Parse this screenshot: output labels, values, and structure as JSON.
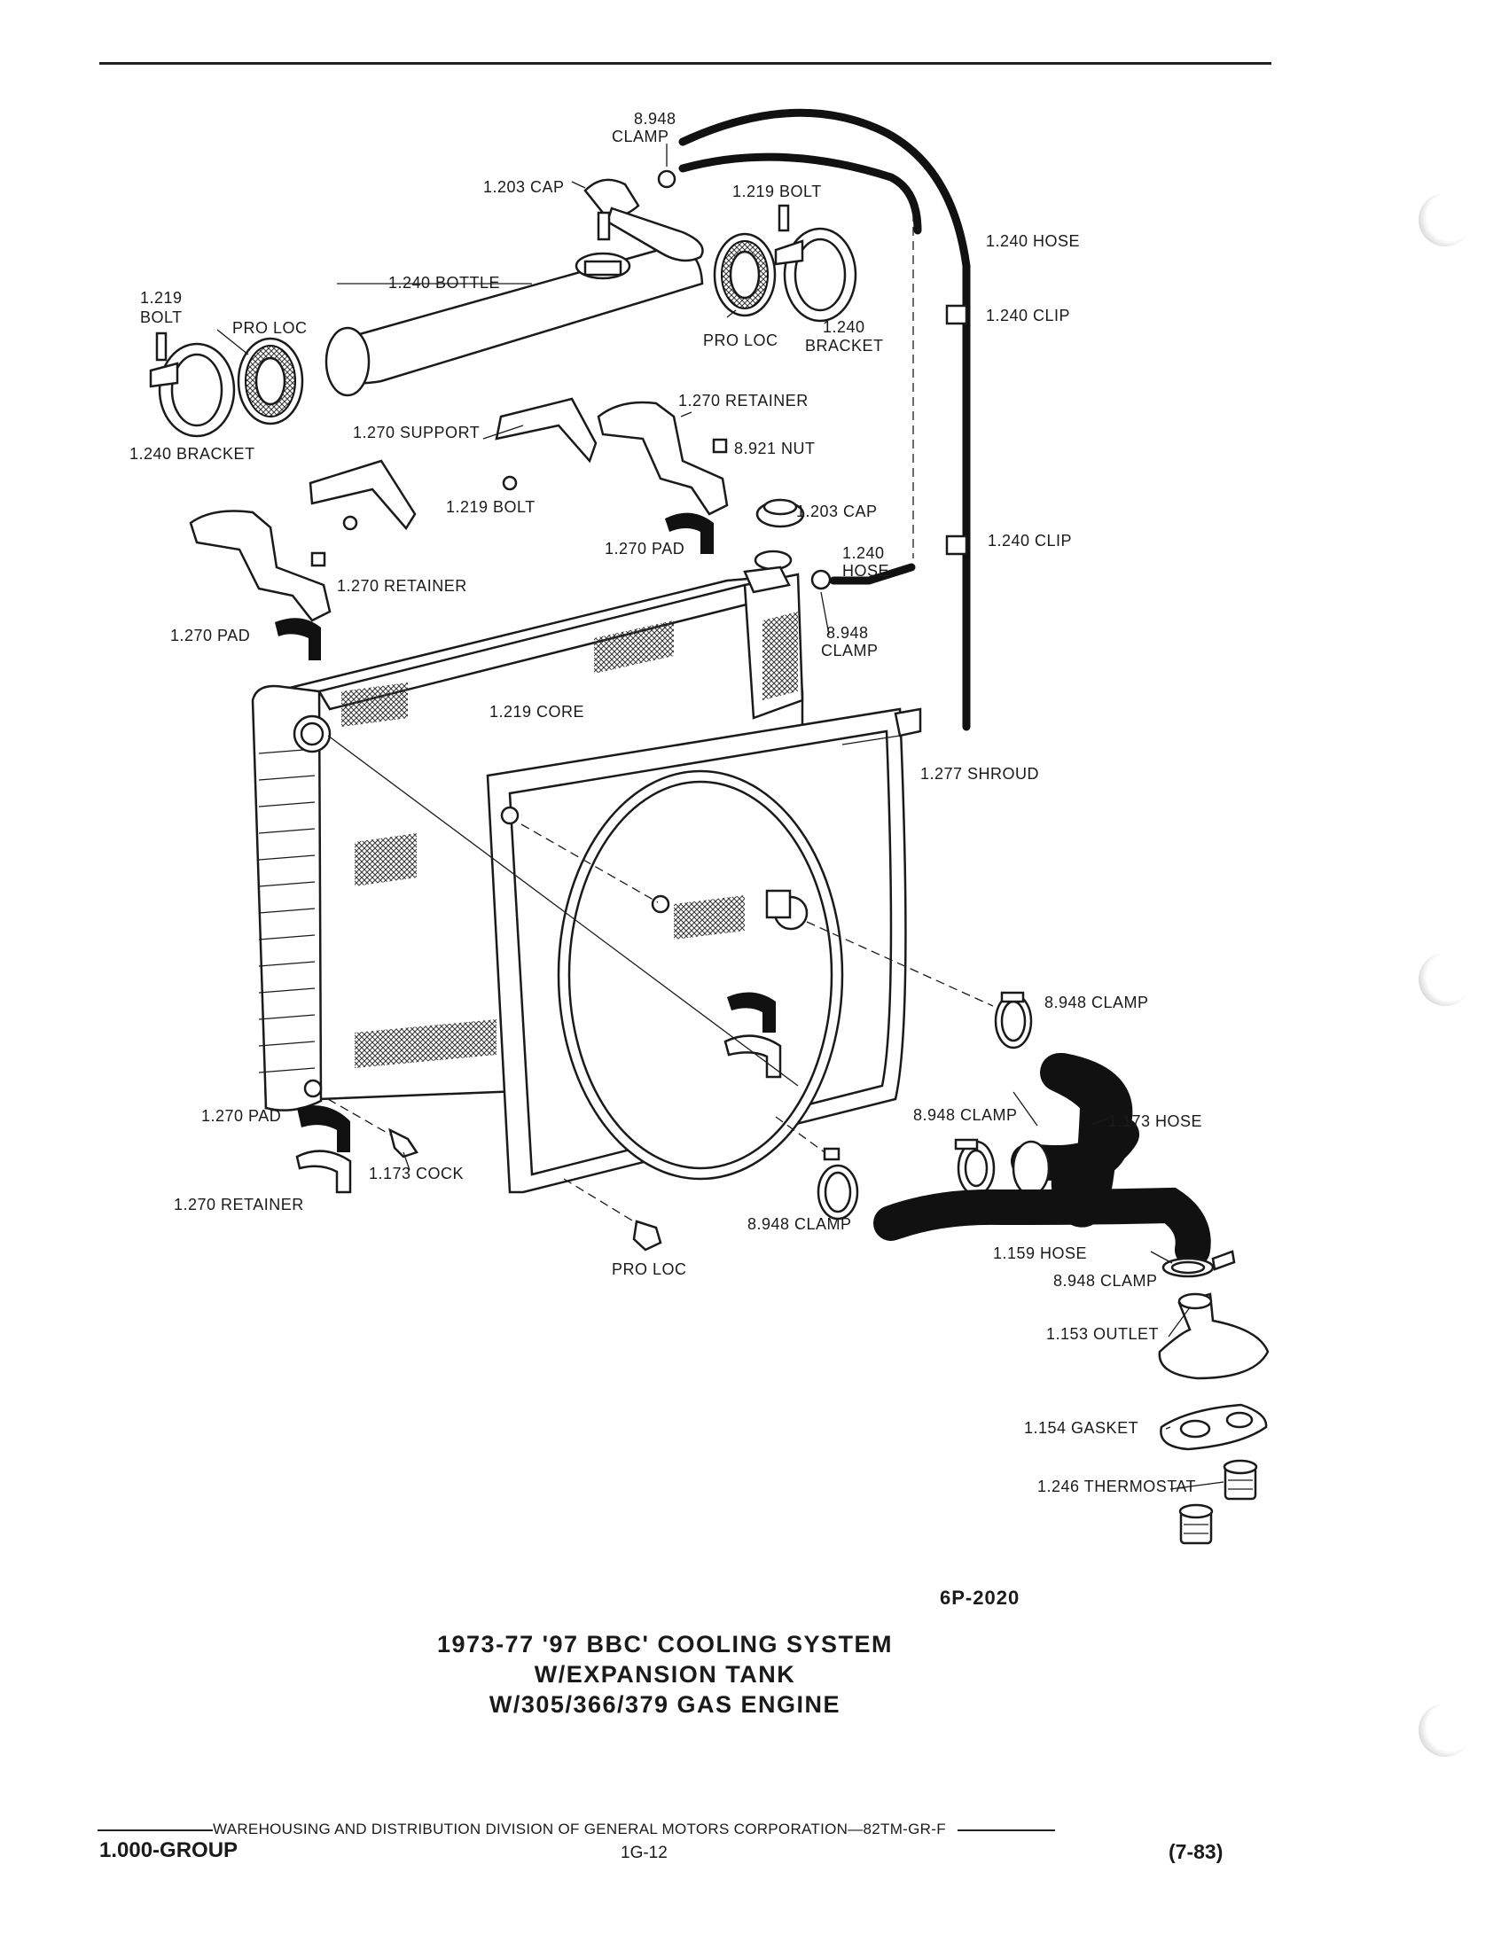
{
  "labels": {
    "clamp_top": [
      "8.948",
      "CLAMP"
    ],
    "cap_top": "1.203 CAP",
    "bolt_top": "1.219 BOLT",
    "hose_right": "1.240 HOSE",
    "bottle": "1.240 BOTTLE",
    "bolt_left": [
      "1.219",
      "BOLT"
    ],
    "pro_loc_left": "PRO LOC",
    "pro_loc_mid": "PRO LOC",
    "bracket_right": [
      "1.240",
      "BRACKET"
    ],
    "clip_upper": "1.240 CLIP",
    "bracket_left": "1.240 BRACKET",
    "support": "1.270 SUPPORT",
    "retainer_upper": "1.270 RETAINER",
    "nut": "8.921 NUT",
    "bolt_support": "1.219 BOLT",
    "cap_radiator": "1.203 CAP",
    "pad_upper": "1.270 PAD",
    "hose_small": [
      "1.240",
      "HOSE"
    ],
    "clip_lower": "1.240 CLIP",
    "retainer_left": "1.270 RETAINER",
    "pad_left": "1.270 PAD",
    "clamp_radiator": [
      "8.948",
      "CLAMP"
    ],
    "core": "1.219 CORE",
    "shroud": "1.277 SHROUD",
    "clamp_upper_hose": "8.948 CLAMP",
    "pad_lower": "1.270 PAD",
    "clamp_lower_left": "8.948 CLAMP",
    "hose_upper": "1.173 HOSE",
    "cock": "1.173 COCK",
    "retainer_lower": "1.270 RETAINER",
    "clamp_fan": "8.948 CLAMP",
    "pro_loc_bottom": "PRO LOC",
    "hose_lower": "1.159 HOSE",
    "clamp_outlet": "8.948 CLAMP",
    "outlet": "1.153 OUTLET",
    "gasket": "1.154 GASKET",
    "thermostat": "1.246 THERMOSTAT"
  },
  "figure_id": "6P-2020",
  "caption": [
    "1973-77 '97 BBC' COOLING SYSTEM",
    "W/EXPANSION TANK",
    "W/305/366/379 GAS ENGINE"
  ],
  "footer": {
    "text": "WAREHOUSING AND DISTRIBUTION  DIVISION OF GENERAL MOTORS CORPORATION—82TM-GR-F",
    "group": "1.000-GROUP",
    "page": "1G-12",
    "revision": "(7-83)"
  }
}
